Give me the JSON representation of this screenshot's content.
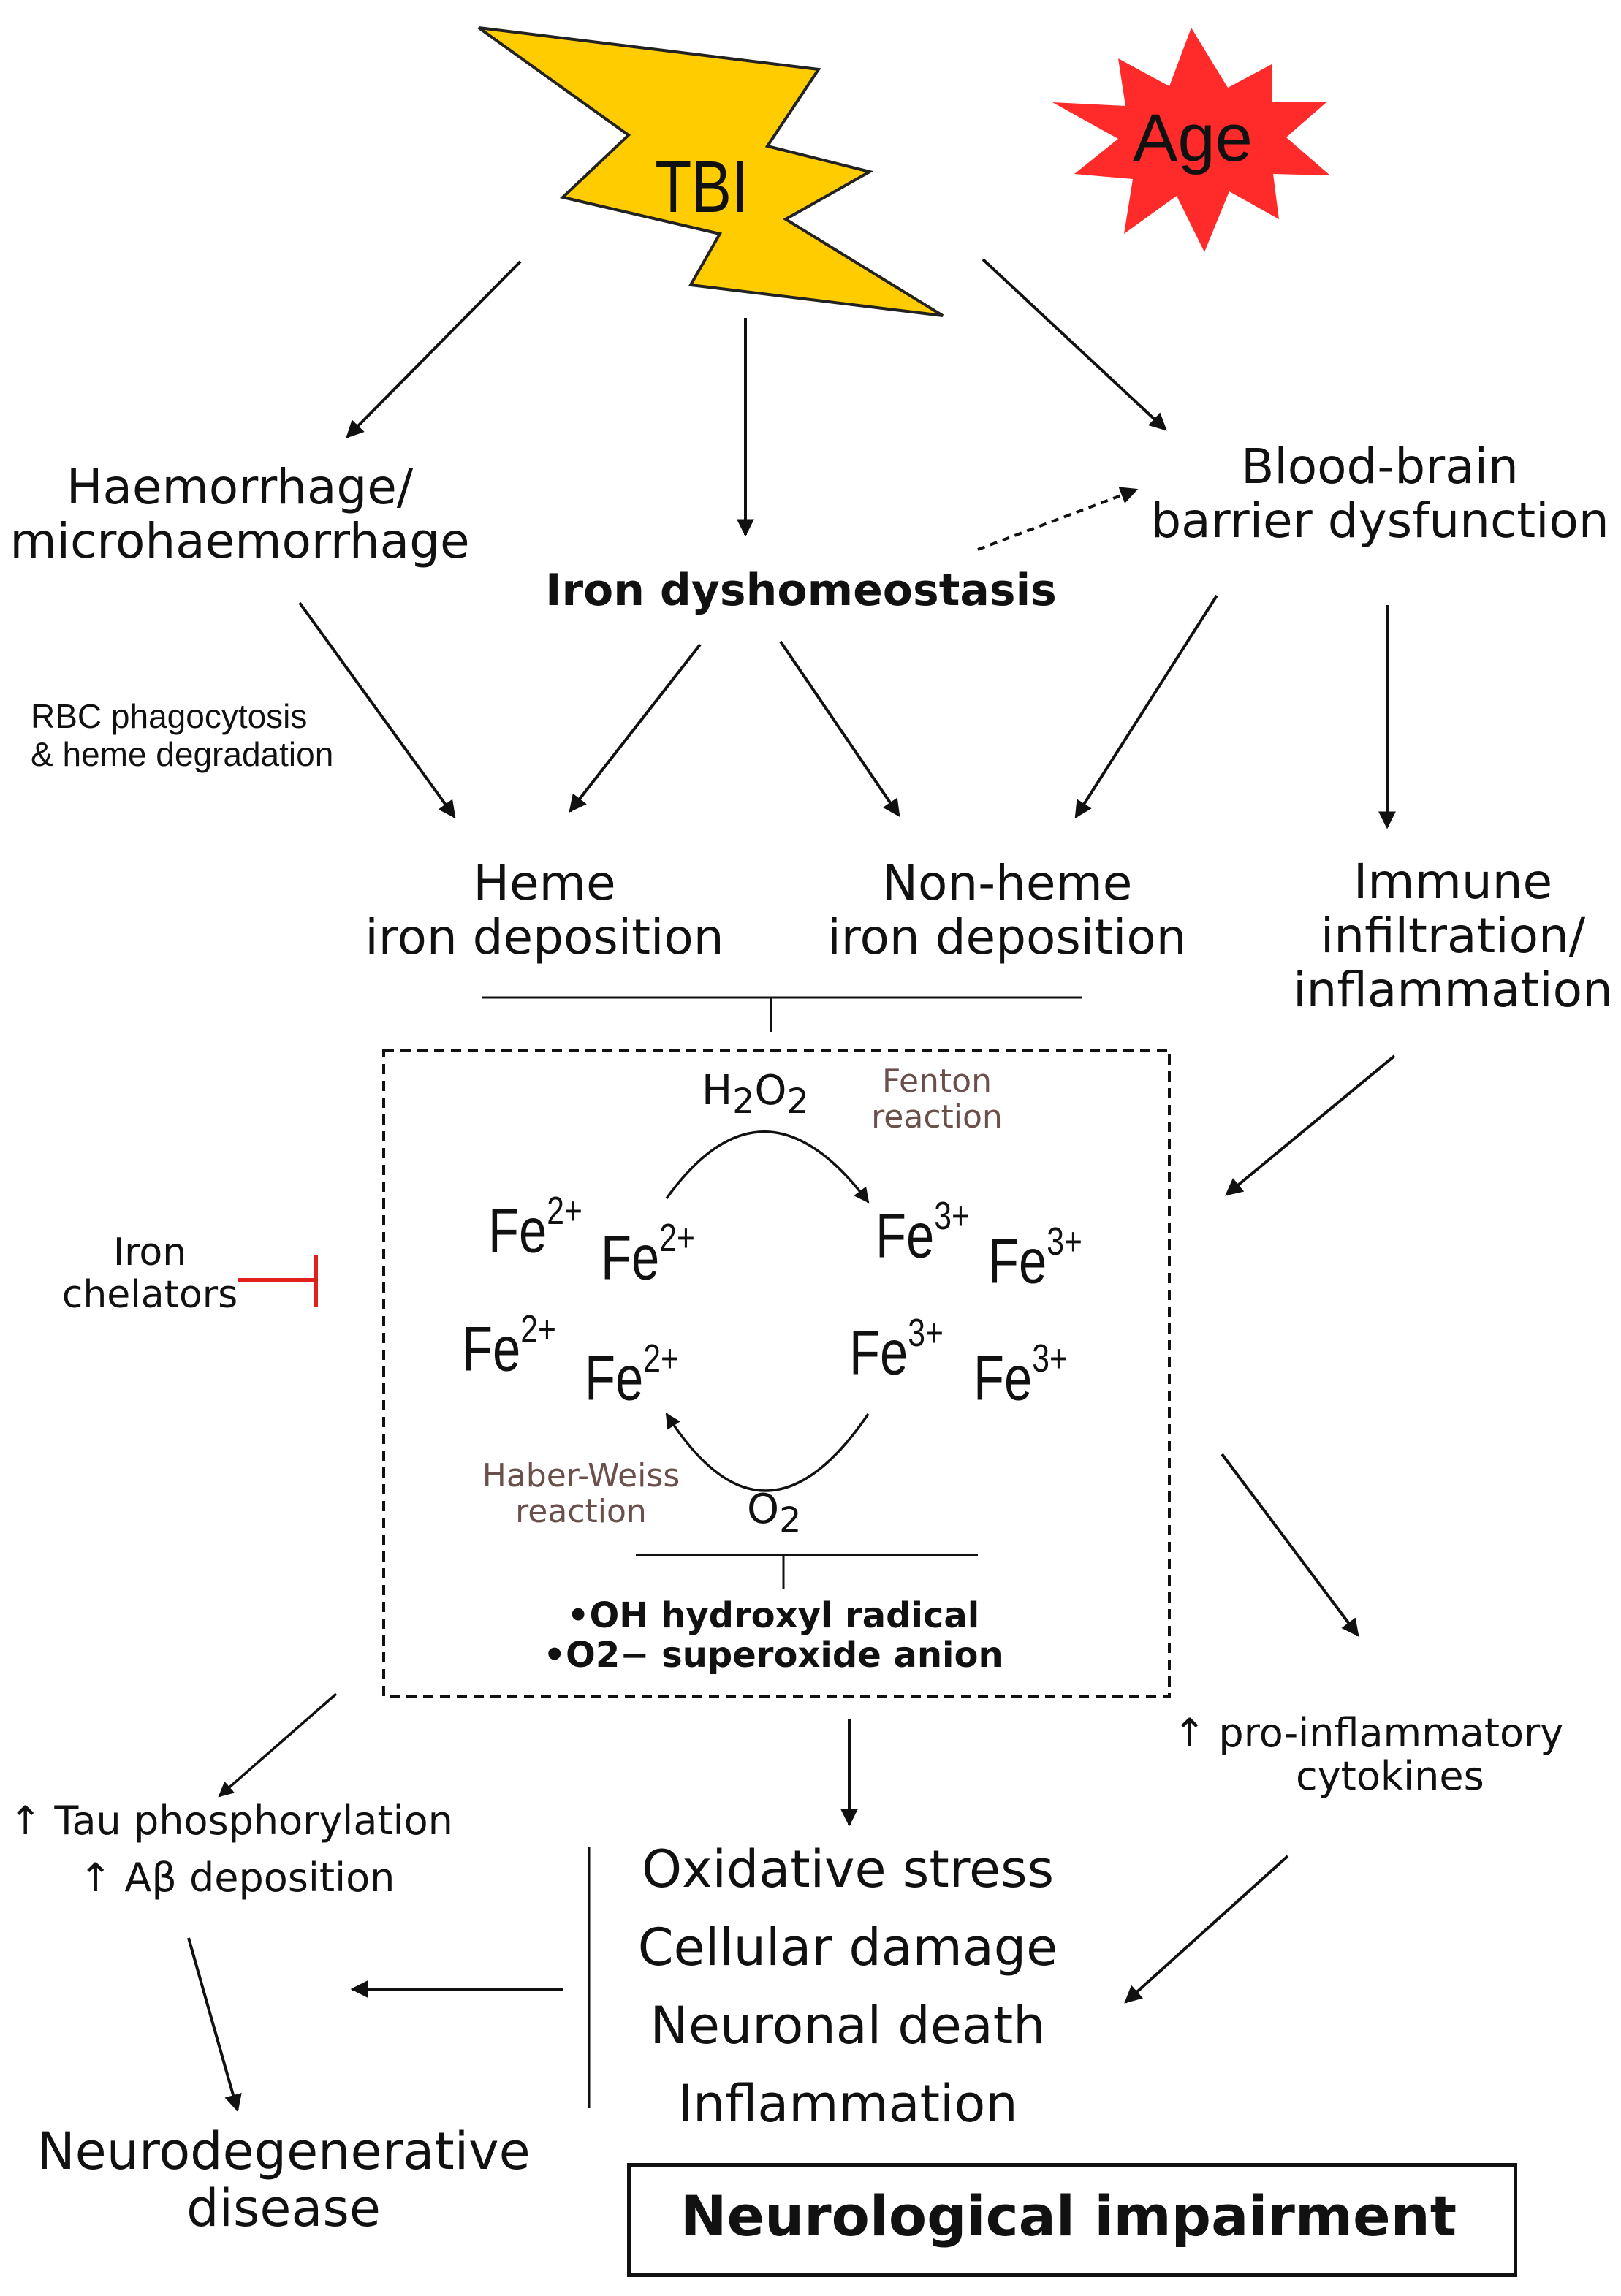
{
  "tbi": "TBI",
  "age": "Age",
  "haemorrhage": [
    "Haemorrhage/",
    "microhaemorrhage"
  ],
  "iron_dyshomeostasis": "Iron dyshomeostasis",
  "bbb": [
    "Blood-brain",
    "barrier dysfunction"
  ],
  "rbc": [
    "RBC phagocytosis",
    "& heme degradation"
  ],
  "heme": [
    "Heme",
    "iron deposition"
  ],
  "nonheme": [
    "Non-heme",
    "iron deposition"
  ],
  "immune": [
    "Immune",
    "infiltration/",
    "inflammation"
  ],
  "h2o2": {
    "h": "H",
    "sub": "2",
    "o": "O",
    "sub2": "2"
  },
  "fenton": [
    "Fenton",
    "reaction"
  ],
  "fe2": {
    "base": "Fe",
    "charge": "2+"
  },
  "fe3": {
    "base": "Fe",
    "charge": "3+"
  },
  "iron_chelators": [
    "Iron",
    "chelators"
  ],
  "haber_weiss": [
    "Haber-Weiss",
    "reaction"
  ],
  "o2": {
    "o": "O",
    "sub": "2"
  },
  "radicals": [
    "•OH hydroxyl radical",
    "•O2− superoxide anion"
  ],
  "cytokines": [
    "↑ pro-inflammatory",
    "cytokines"
  ],
  "tau": "↑ Tau phosphorylation",
  "abeta": "↑ Aβ deposition",
  "outcomes": [
    "Oxidative stress",
    "Cellular damage",
    "Neuronal death",
    "Inflammation"
  ],
  "neurodegenerative": [
    "Neurodegenerative",
    "disease"
  ],
  "neurological_impairment": "Neurological impairment",
  "colors": {
    "bolt": "#FFCC00",
    "star": "#FF2A2A",
    "inhibit": "#E0201B",
    "reaction_text": "#6a4f4b"
  }
}
